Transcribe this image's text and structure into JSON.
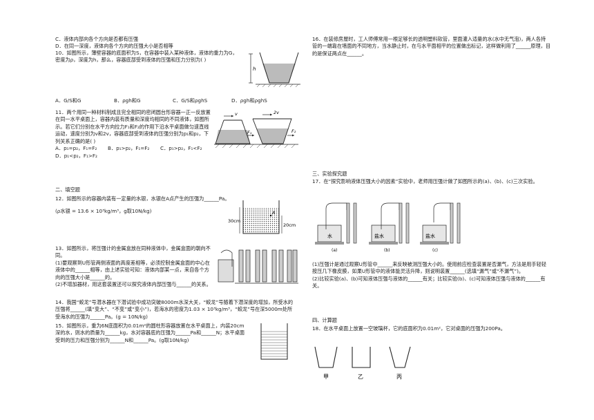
{
  "left": {
    "q9": {
      "optC": "C．液体内部向各个方向是否都有压强",
      "optD": "D．在同一深度，液体向各个方向的压强大小是否相等"
    },
    "q10": {
      "text": "10．如图所示，薄壁容器的底面积为S，在容器中装入某种液体，液体的重力为G，密度为ρ，深度为h，那么，容器底部受到液体的压强和压力分别为(        )",
      "fig_label": "h",
      "optA": "A．G/S和G",
      "optB": "B．ρgh和G",
      "optC": "C．G/S和ρghS",
      "optD": "D．ρgh和ρghS"
    },
    "q11": {
      "text": "11．两个用同一种材料制成且完全相同的密闭圆台形容器一正一反放置在同一水平桌面上，容器内装有质量和深度均相同的不同液体，如图所示。若它们分别在水平方向拉力F₁和F₂的作用下沿水平桌面做匀速直线运动，速度分别为v和2v，容器底部受到液体的压强分别为p₁和p₂，下列关系正确的是(        )",
      "optA": "A．p₁=p₂，F₁=F₂",
      "optB": "B．p₁>p₂，F₁=F₂",
      "optC": "C．p₁>p₂，F₁<F₂",
      "optD": "D．p₁<p₂，F₁>F₂",
      "fig_v1": "v",
      "fig_v2": "2v",
      "fig_f1": "F₁",
      "fig_f2": "F₂"
    },
    "sec2": "二、填空题",
    "q12": {
      "text": "12．如图所示的容器内装有一定量的水银，水银在A点产生的压强为______Pa。",
      "formula": "(ρ水银 = 13.6 × 10³kg/m³，g取10N/kg)",
      "fig_30": "30cm",
      "fig_20": "20cm",
      "fig_a": "A"
    },
    "q13": {
      "text": "13．如图所示，将压强计的金属盒放在同种液体中，金属盒面的朝向不同。",
      "s1": "(1)要观察到U形管两侧液面的高度差相等，必须控制金属盒面的中心在液体中的______相等，由上述实验可知：液体内部某一点，来自各个方向的压强大小是______的。",
      "s2": "(2)不增加器材，用这套装置还可以探究液体内部压强与______的关系。"
    },
    "q14": {
      "text": "14．我国“蛟龙”号潜水器在下潜试验中成功突破8000m水深大关，“蛟龙”号随着下潜深度的增加，所受水的压强将______(填“变大”、“不变”或“变小”)，若海水的密度为1.03 × 10³kg/m³，“蛟龙”号在深5000m处所受海水的压强为______Pa。(g = 10N/kg)"
    },
    "q15": {
      "text": "15．如图所示，重为6N底面积为0.01m²的圆柱形容器放置在水平桌面上，内装20cm深的水，则水的质量为______kg，水对容器底的压强为______Pa和______N；水平桌面受到的压力和压强分别为______N和______Pa。(g取10N/kg)"
    }
  },
  "right": {
    "q16": {
      "text": "16．在装修房屋时，工人师傅常用一根足够长的透明塑料软管，里面灌入适量的水(水中无气泡)，两人各持管的一端靠在墙面的不同地方，当水静止时，在与水平面相平的位置做出标记，这样做利用了______原理，目的是保证两点在______。"
    },
    "sec3": "三、实验探究题",
    "q17": {
      "text": "17．在“探究影响液体压强大小的因素”实验中，老师用压强计做了如图所示的(a)、(b)、(c)三次实验。",
      "s1": "(1)压强计是通过观察U形管中______来反映被测压强大小的。使用前应检查装置是否漏气，方法是用手轻轻按压几下橡皮膜，如果U形管中的液体能灵活升降，则说明装置______(选填“漏气”或“不漏气”)。",
      "s2": "(2)比较实验(a)、(b)可知液体压强与液体的______有关；比较实验(b)、(c)可知液体压强与液体的______有关。",
      "fig": {
        "a": "(a)",
        "b": "(b)",
        "c": "(c)",
        "w": "水",
        "s1": "盐水",
        "s2": "盐水"
      }
    },
    "sec4": "四、计算题",
    "q18": {
      "text": "18．在水平桌面上放置一空玻璃杯，它的底面积为0.01m²，它对桌面的压强为200Pa。",
      "cups": [
        "甲",
        "乙",
        "丙"
      ]
    }
  }
}
